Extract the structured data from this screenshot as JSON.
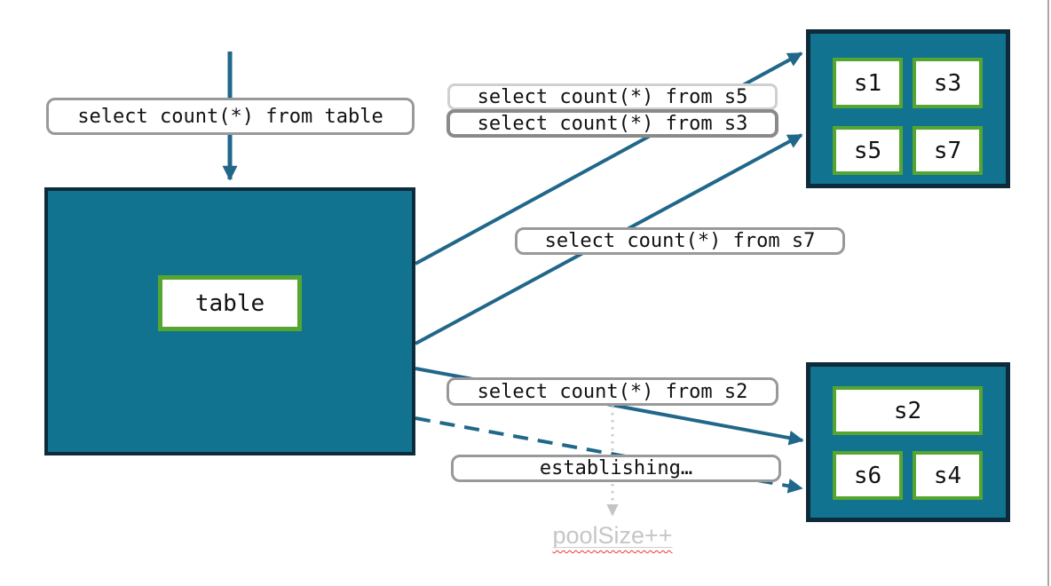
{
  "labels": {
    "query_table": "select count(*) from table",
    "query_s5": "select count(*) from s5",
    "query_s3": "select count(*) from s3",
    "query_s7": "select count(*) from s7",
    "query_s2": "select count(*) from s2",
    "establishing": "establishing…",
    "pool_size": "poolSize++",
    "table": "table"
  },
  "shards": {
    "top": [
      "s1",
      "s3",
      "s5",
      "s7"
    ],
    "bottom": [
      "s2",
      "s6",
      "s4"
    ]
  },
  "colors": {
    "teal_fill": "#117390",
    "dark_navy_border": "#0E2B3C",
    "green_border": "#55A630",
    "arrow_teal": "#21678A",
    "label_border_gray": "#999999",
    "label_border_light": "#D0D0D0",
    "label_border_dark": "#8A8A8A",
    "dotted_gray": "#CCCCCC",
    "muted_text_gray": "#C6C6C6",
    "squiggle_red": "#E8392B"
  }
}
